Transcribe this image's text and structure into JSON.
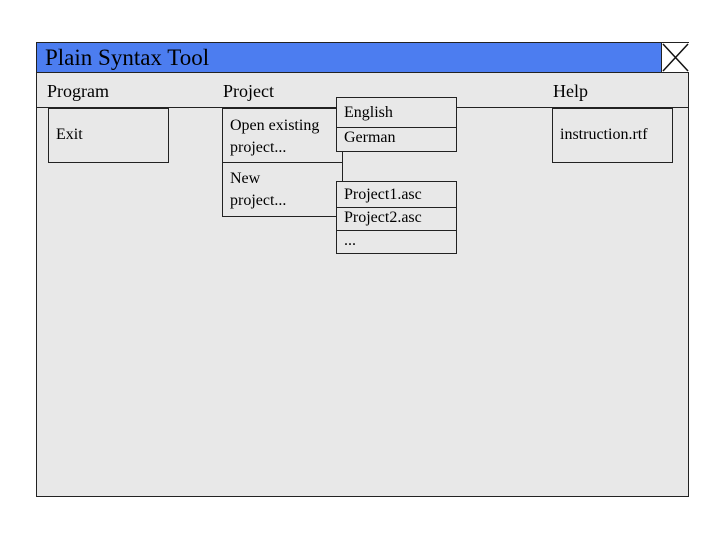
{
  "window": {
    "title": "Plain Syntax Tool"
  },
  "menu": {
    "program": "Program",
    "project": "Project",
    "help": "Help"
  },
  "program_menu": {
    "exit": "Exit"
  },
  "project_menu": {
    "open_existing_line1": "Open existing",
    "open_existing_line2": "project...",
    "new_line1": "New",
    "new_line2": "project..."
  },
  "language_submenu": {
    "items": [
      "English",
      "German"
    ]
  },
  "project_files_submenu": {
    "items": [
      "Project1.asc",
      "Project2.asc",
      "..."
    ]
  },
  "help_menu": {
    "instruction": "instruction.rtf"
  },
  "icons": {
    "close": "close-icon"
  },
  "colors": {
    "titlebar": "#4c7df0",
    "background": "#e8e8e8"
  }
}
